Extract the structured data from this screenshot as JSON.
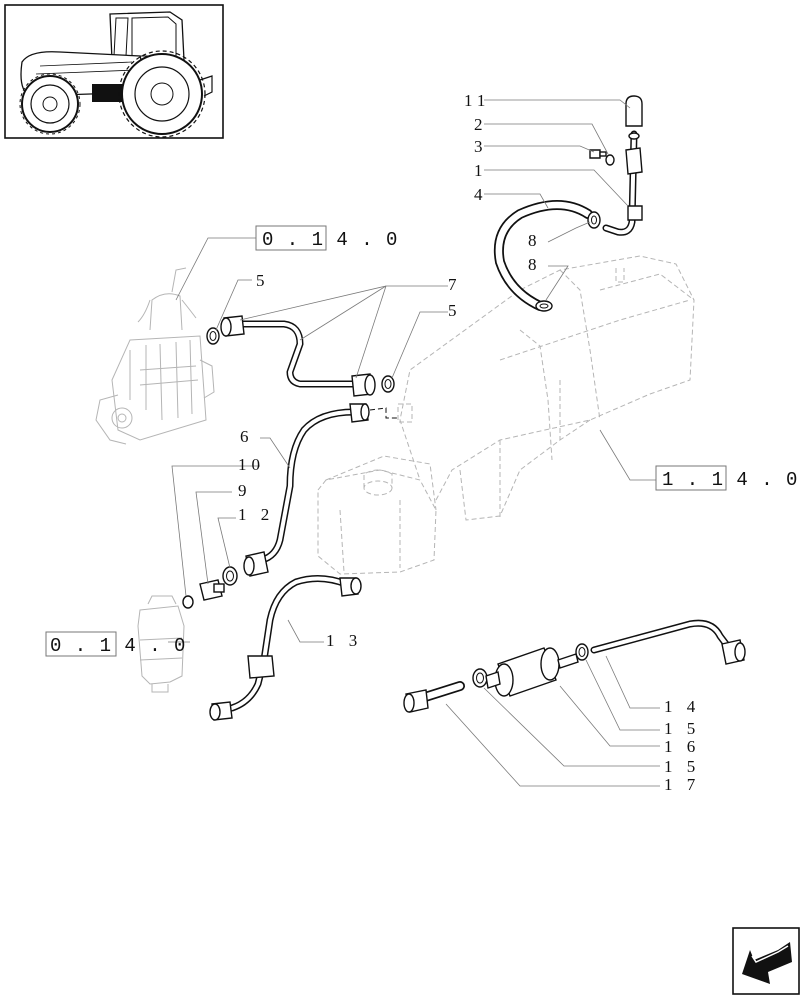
{
  "labels": {
    "p11": "11",
    "p2": "2",
    "p3": "3",
    "p1": "1",
    "p4": "4",
    "p8a": "8",
    "p8b": "8",
    "p5a": "5",
    "p7": "7",
    "p5b": "5",
    "p6": "6",
    "p10": "10",
    "p9": "9",
    "p12": "1 2",
    "p13": "1 3",
    "p14": "1 4",
    "p15a": "1 5",
    "p16": "1 6",
    "p15b": "1 5",
    "p17": "1 7"
  },
  "refs": {
    "ref_pump": "0 . 1 4 . 0",
    "ref_tank": "1 . 1 4 . 0",
    "ref_filter": "0 . 1 4 . 0"
  },
  "icons": {
    "thumbnail": "tractor-thumbnail-icon",
    "navigation": "next-page-arrow-icon"
  }
}
